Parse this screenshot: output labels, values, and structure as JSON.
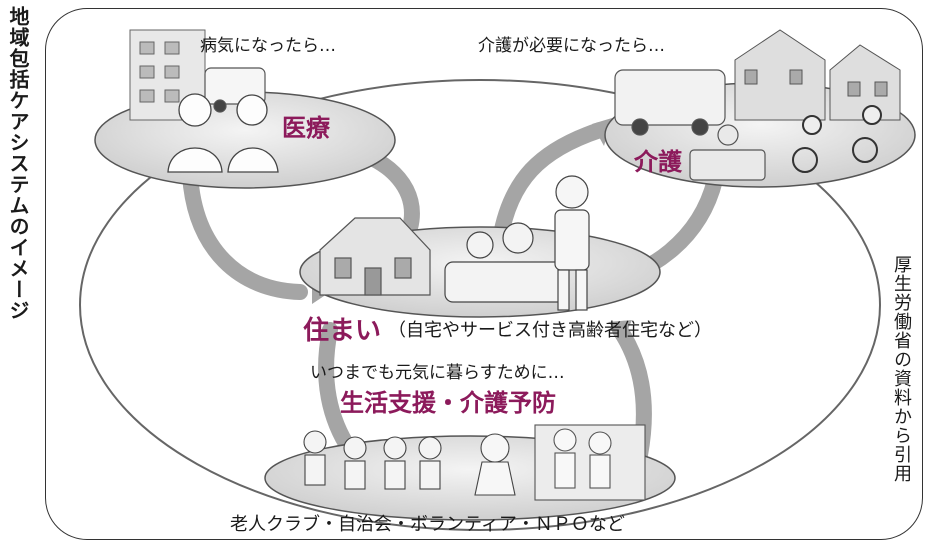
{
  "side_title": "地域包括ケアシステムのイメージ",
  "source_note": "厚生労働省の資料から引用",
  "medical": {
    "caption": "病気になったら…",
    "label": "医療"
  },
  "care": {
    "caption": "介護が必要になったら…",
    "label": "介護"
  },
  "housing": {
    "label": "住まい",
    "note": "（自宅やサービス付き高齢者住宅など）"
  },
  "support": {
    "caption": "いつまでも元気に暮らすために…",
    "label": "生活支援・介護予防"
  },
  "community": {
    "caption": "老人クラブ・自治会・ボランティア・ＮＰＯなど"
  },
  "colors": {
    "accent": "#8c1a5b",
    "ellipse": "#e0e0e0",
    "arrow": "#9a9a9a",
    "line": "#555555"
  }
}
